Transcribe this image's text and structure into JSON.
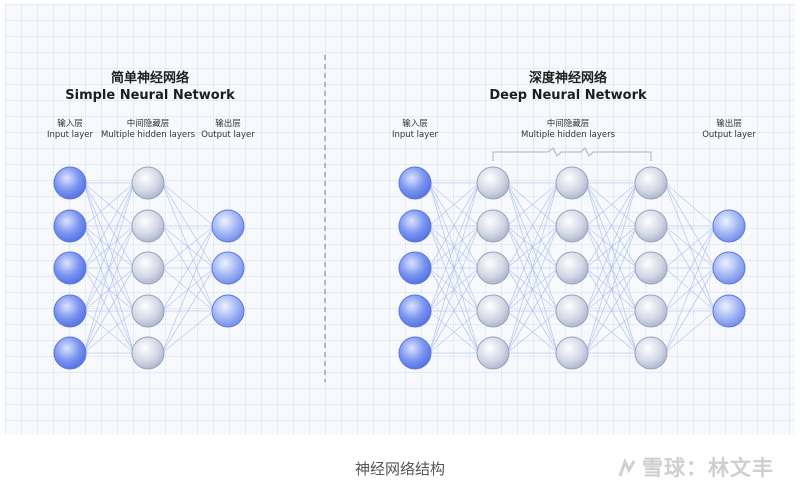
{
  "simple": {
    "title_cn": "简单神经网络",
    "title_en": "Simple Neural Network",
    "input_cn": "输入层",
    "input_en": "Input layer",
    "hidden_cn": "中间隐藏层",
    "hidden_en": "Multiple hidden layers",
    "output_cn": "输出层",
    "output_en": "Output layer",
    "layer_sizes": [
      5,
      5,
      3
    ]
  },
  "deep": {
    "title_cn": "深度神经网络",
    "title_en": "Deep Neural Network",
    "input_cn": "输入层",
    "input_en": "Input layer",
    "hidden_cn": "中间隐藏层",
    "hidden_en": "Multiple hidden layers",
    "output_cn": "输出层",
    "output_en": "Output layer",
    "layer_sizes": [
      5,
      5,
      5,
      5,
      3
    ]
  },
  "caption": "神经网络结构",
  "watermark": "雪球：林文丰",
  "colors": {
    "input_node": "#6d87ee",
    "hidden_node": "#c3c7d8",
    "output_node": "#8ea6f2",
    "edge": "#a9bcef",
    "divider": "#8a94a8"
  }
}
